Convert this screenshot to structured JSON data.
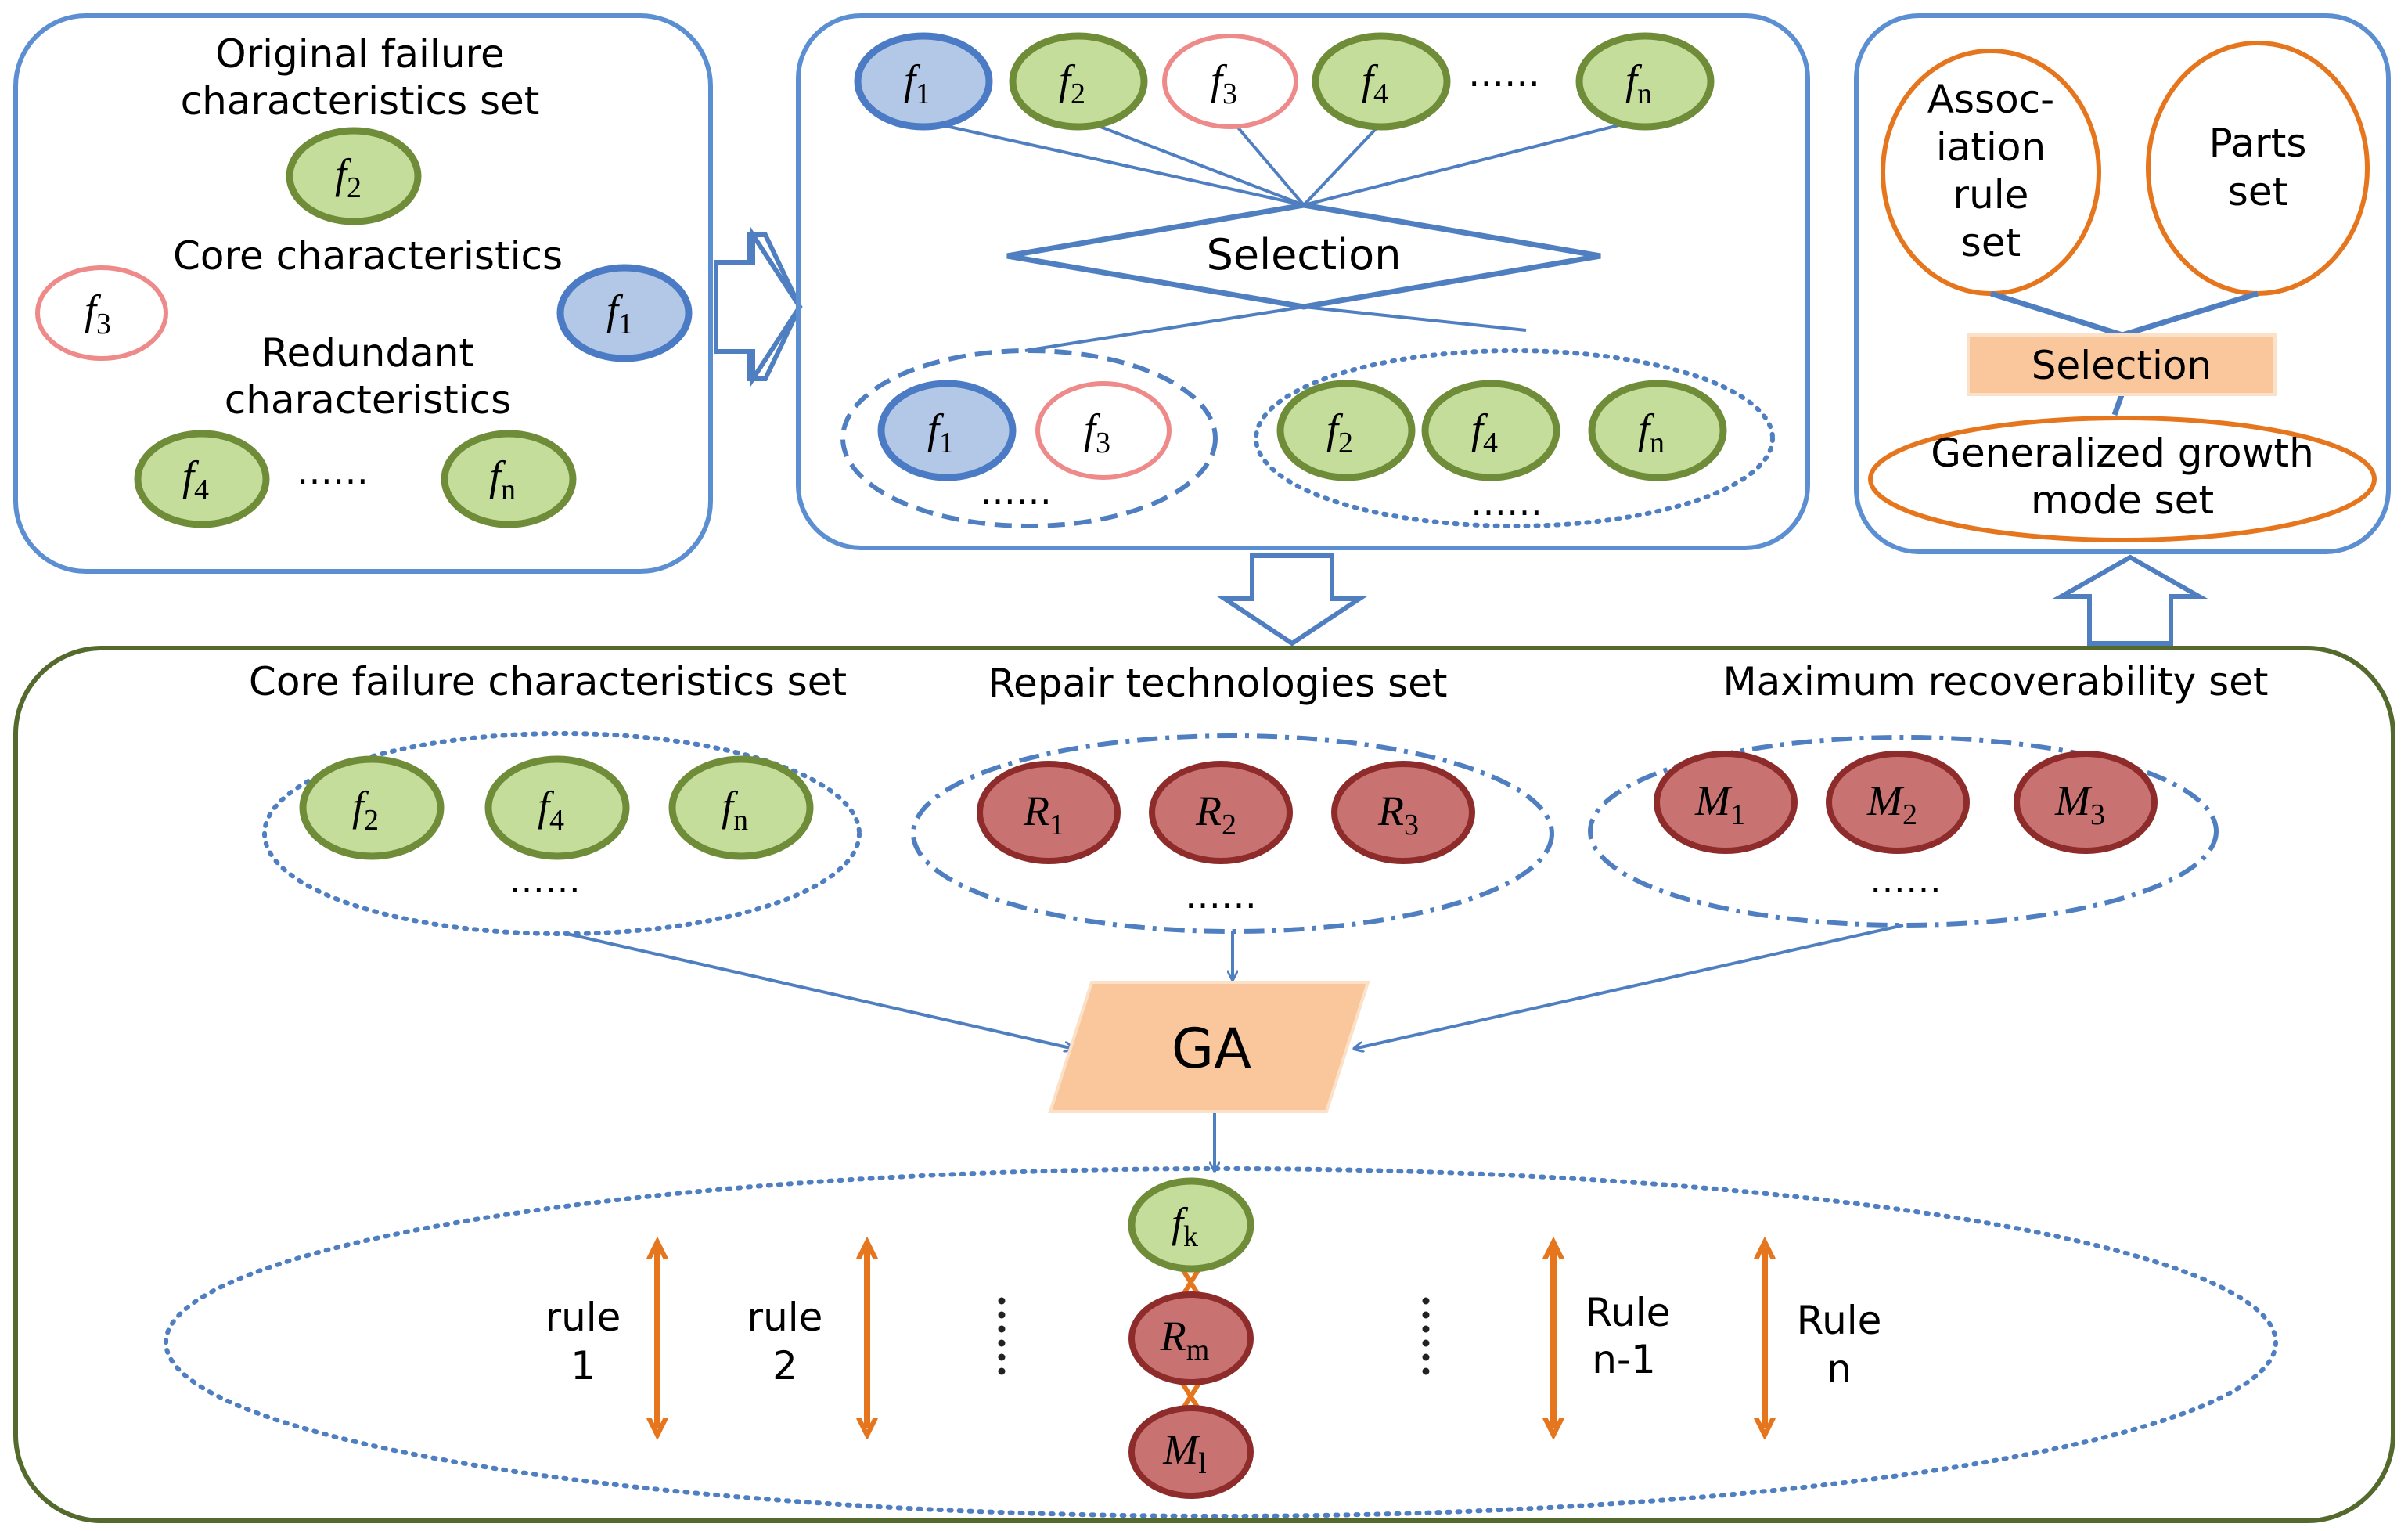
{
  "colors": {
    "box_blue": "#5b8fd1",
    "box_green": "#546a2d",
    "green_fill": "#c5dd9a",
    "green_stroke": "#6f8c38",
    "blue_fill": "#b3c8e6",
    "blue_stroke": "#4a7bc4",
    "red_stroke": "#ee8a8a",
    "dark_red_fill": "#c97272",
    "dark_red_stroke": "#8e2b2b",
    "orange": "#e5761e",
    "peach": "#f9c79b",
    "line_blue": "#4f7fc0"
  },
  "panel1": {
    "title_line1": "Original failure",
    "title_line2": "characteristics set",
    "core_label": "Core characteristics",
    "redundant_line1": "Redundant",
    "redundant_line2": "characteristics",
    "dots": "……",
    "f2": "f",
    "f2_sub": "2",
    "f3": "f",
    "f3_sub": "3",
    "f1": "f",
    "f1_sub": "1",
    "f4": "f",
    "f4_sub": "4",
    "fn": "f",
    "fn_sub": "n"
  },
  "panel2": {
    "selection_label": "Selection",
    "top_dots": "……",
    "left_dots": "……",
    "right_dots": "……",
    "top_f1": "f",
    "top_f1_sub": "1",
    "top_f2": "f",
    "top_f2_sub": "2",
    "top_f3": "f",
    "top_f3_sub": "3",
    "top_f4": "f",
    "top_f4_sub": "4",
    "top_fn": "f",
    "top_fn_sub": "n",
    "low_f1": "f",
    "low_f1_sub": "1",
    "low_f3": "f",
    "low_f3_sub": "3",
    "low_f2": "f",
    "low_f2_sub": "2",
    "low_f4": "f",
    "low_f4_sub": "4",
    "low_fn": "f",
    "low_fn_sub": "n"
  },
  "panel3": {
    "assoc_line1": "Assoc-",
    "assoc_line2": "iation",
    "assoc_line3": "rule",
    "assoc_line4": "set",
    "parts_line1": "Parts",
    "parts_line2": "set",
    "selection_label": "Selection",
    "growth_line1": "Generalized growth",
    "growth_line2": "mode set"
  },
  "bottom": {
    "core_set_label": "Core failure characteristics set",
    "repair_set_label": "Repair technologies set",
    "max_set_label": "Maximum recoverability set",
    "core_dots": "……",
    "repair_dots": "……",
    "max_dots": "……",
    "ga_label": "GA",
    "c_f2": "f",
    "c_f2_sub": "2",
    "c_f4": "f",
    "c_f4_sub": "4",
    "c_fn": "f",
    "c_fn_sub": "n",
    "r1": "R",
    "r1_sub": "1",
    "r2": "R",
    "r2_sub": "2",
    "r3": "R",
    "r3_sub": "3",
    "m1": "M",
    "m1_sub": "1",
    "m2": "M",
    "m2_sub": "2",
    "m3": "M",
    "m3_sub": "3",
    "fk": "f",
    "fk_sub": "k",
    "rm": "R",
    "rm_sub": "m",
    "ml": "M",
    "ml_sub": "l",
    "rule1_line1": "rule",
    "rule1_line2": "1",
    "rule2_line1": "rule",
    "rule2_line2": "2",
    "rulen1_line1": "Rule",
    "rulen1_line2": "n-1",
    "rulen_line1": "Rule",
    "rulen_line2": "n"
  }
}
